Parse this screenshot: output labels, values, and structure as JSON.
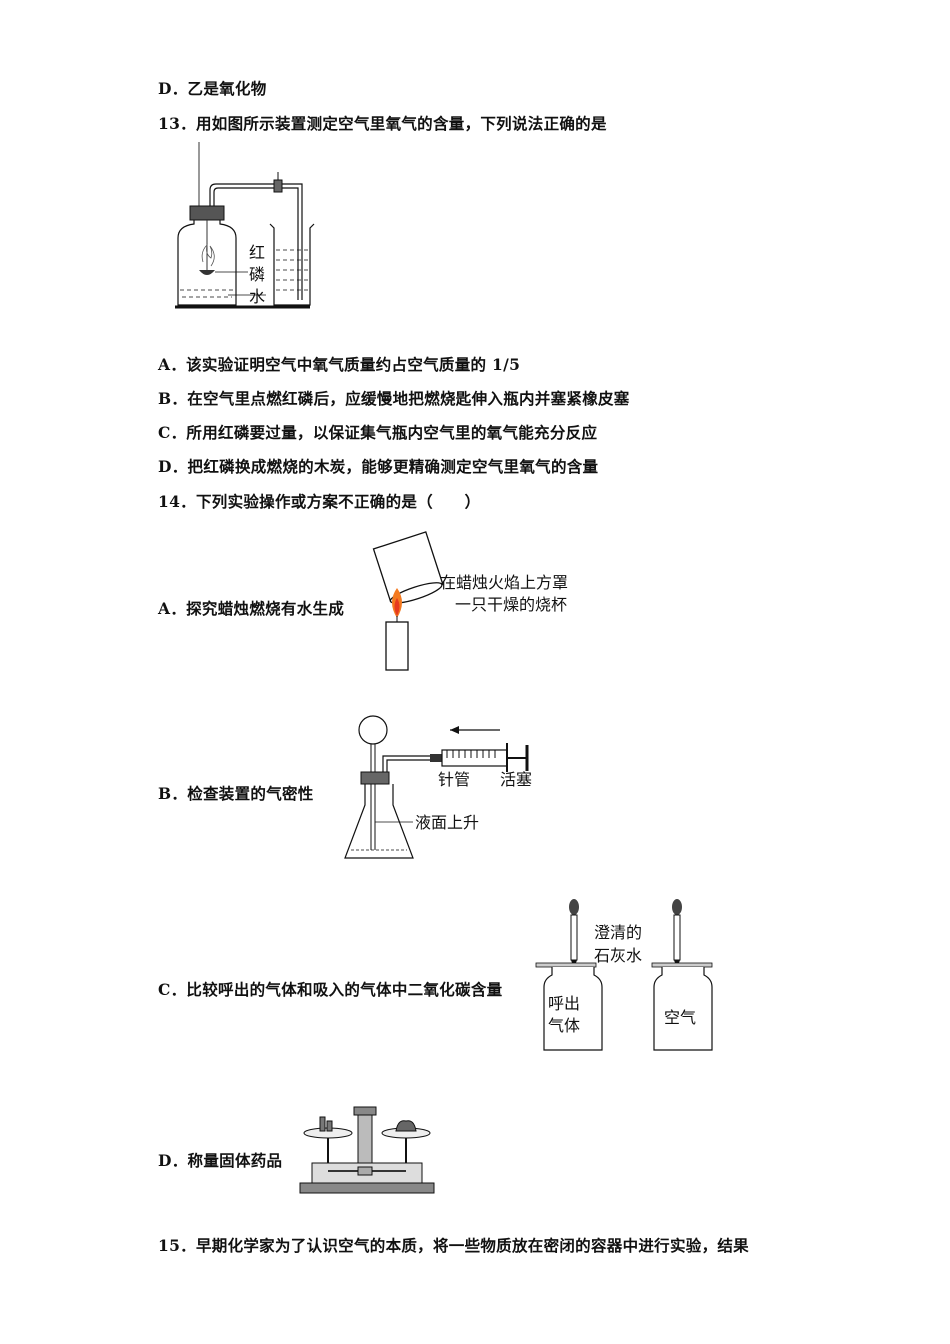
{
  "q12": {
    "option_d": "D．乙是氧化物"
  },
  "q13": {
    "stem": "13．用如图所示装置测定空气里氧气的含量，下列说法正确的是",
    "figure_labels": {
      "red_phosphorus_1": "红",
      "red_phosphorus_2": "磷",
      "water": "水"
    },
    "options": [
      "A．该实验证明空气中氧气质量约占空气质量的 1/5",
      "B．在空气里点燃红磷后，应缓慢地把燃烧匙伸入瓶内并塞紧橡皮塞",
      "C．所用红磷要过量，以保证集气瓶内空气里的氧气能充分反应",
      "D．把红磷换成燃烧的木炭，能够更精确测定空气里氧气的含量"
    ]
  },
  "q14": {
    "stem": "14．下列实验操作或方案不正确的是（　　）",
    "option_a": {
      "text": "A．探究蜡烛燃烧有水生成",
      "note_1": "在蜡烛火焰上方罩",
      "note_2": "一只干燥的烧杯"
    },
    "option_b": {
      "text": "B．检查装置的气密性",
      "label_needle": "针管",
      "label_plunger": "活塞",
      "label_rise": "液面上升"
    },
    "option_c": {
      "text": "C．比较呼出的气体和吸入的气体中二氧化碳含量",
      "label_lime_1": "澄清的",
      "label_lime_2": "石灰水",
      "label_exhaled_1": "呼出",
      "label_exhaled_2": "气体",
      "label_air": "空气"
    },
    "option_d": {
      "text": "D．称量固体药品"
    }
  },
  "q15": {
    "stem": "15．早期化学家为了认识空气的本质，将一些物质放在密闭的容器中进行实验，结果"
  }
}
